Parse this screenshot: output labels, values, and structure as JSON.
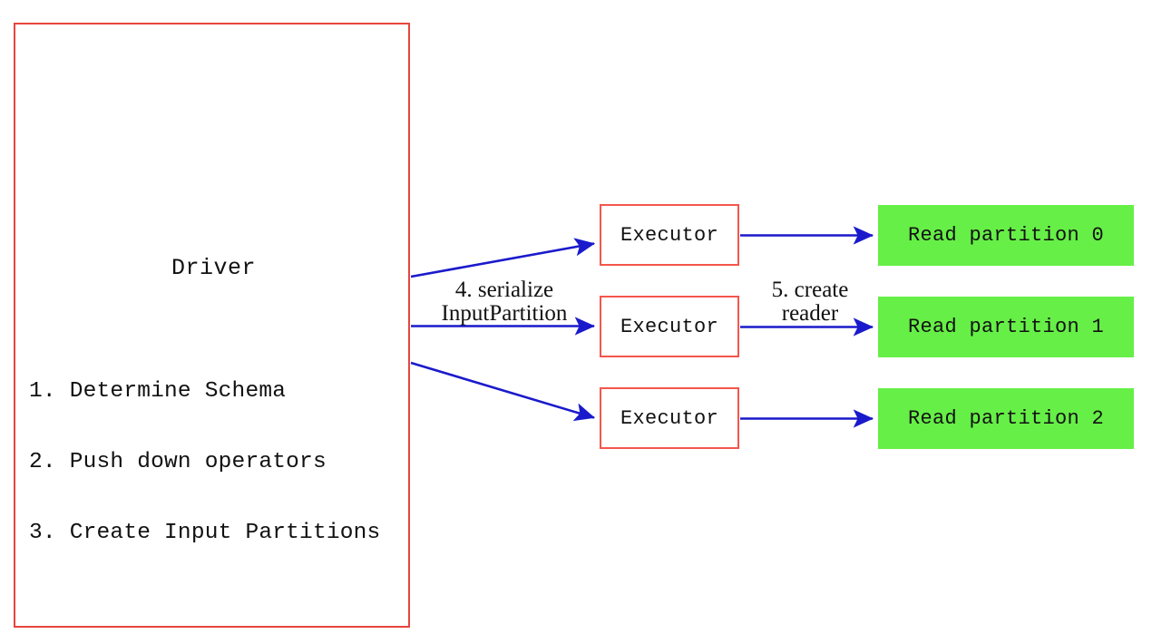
{
  "diagram": {
    "driver": {
      "title": "Driver",
      "steps": [
        "1. Determine Schema",
        "2. Push down operators",
        "3. Create Input Partitions"
      ]
    },
    "executors": [
      {
        "label": "Executor"
      },
      {
        "label": "Executor"
      },
      {
        "label": "Executor"
      }
    ],
    "partitions": [
      {
        "label": "Read partition 0"
      },
      {
        "label": "Read partition 1"
      },
      {
        "label": "Read partition 2"
      }
    ],
    "edge_labels": {
      "serialize_line1": "4. serialize",
      "serialize_line2": "InputPartition",
      "create_line1": "5. create",
      "create_line2": "reader"
    },
    "colors": {
      "driver_border": "#e8453c",
      "executor_border": "#f4564c",
      "partition_fill": "#66ef47",
      "arrow": "#1a1acc",
      "text": "#111111",
      "background": "#ffffff"
    }
  }
}
